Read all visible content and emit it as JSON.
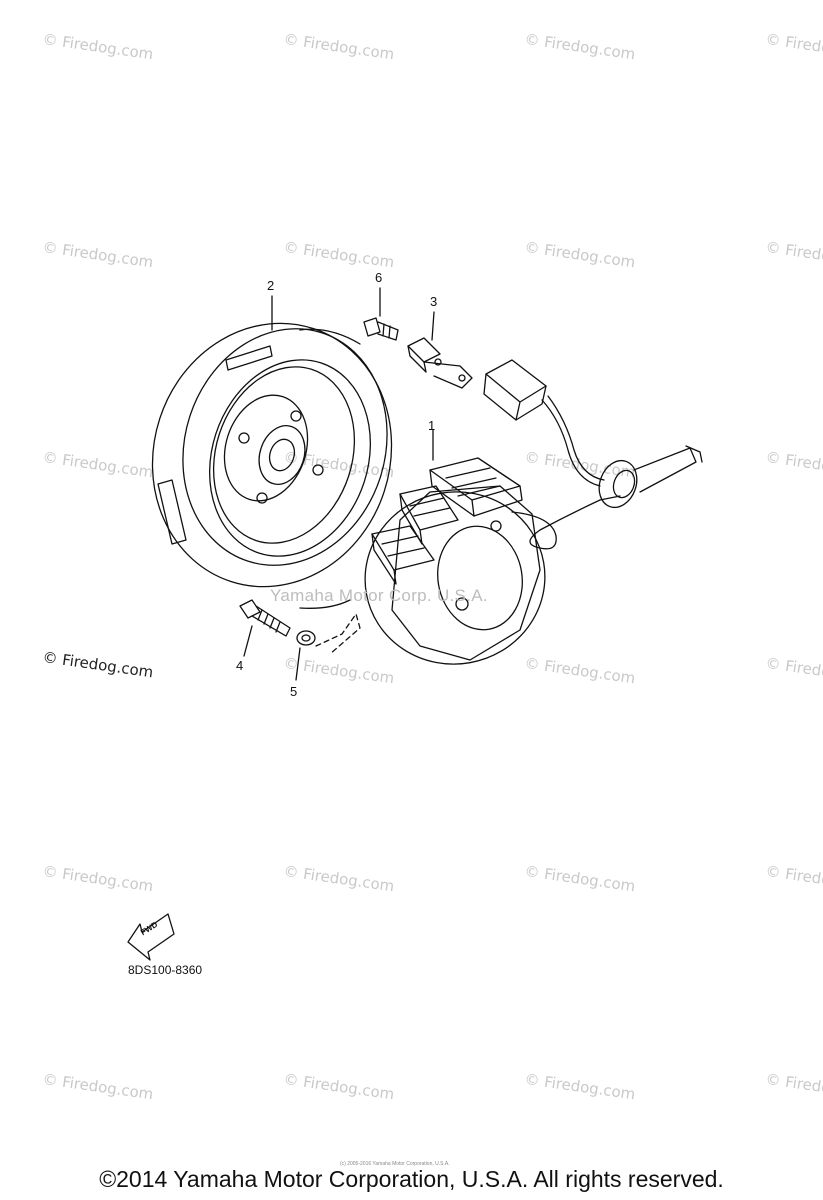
{
  "watermark": {
    "text": "© Firedog.com",
    "center_text": "Yamaha Motor Corp. U.S.A."
  },
  "callouts": [
    "1",
    "2",
    "3",
    "4",
    "5",
    "6"
  ],
  "fwd_label": "FWD",
  "diagram_code": "8DS100-8360",
  "fine_print": "(c) 2005-2016 Yamaha Motor Corporation, U.S.A.",
  "footer": "©2014 Yamaha Motor Corporation, U.S.A. All rights reserved."
}
